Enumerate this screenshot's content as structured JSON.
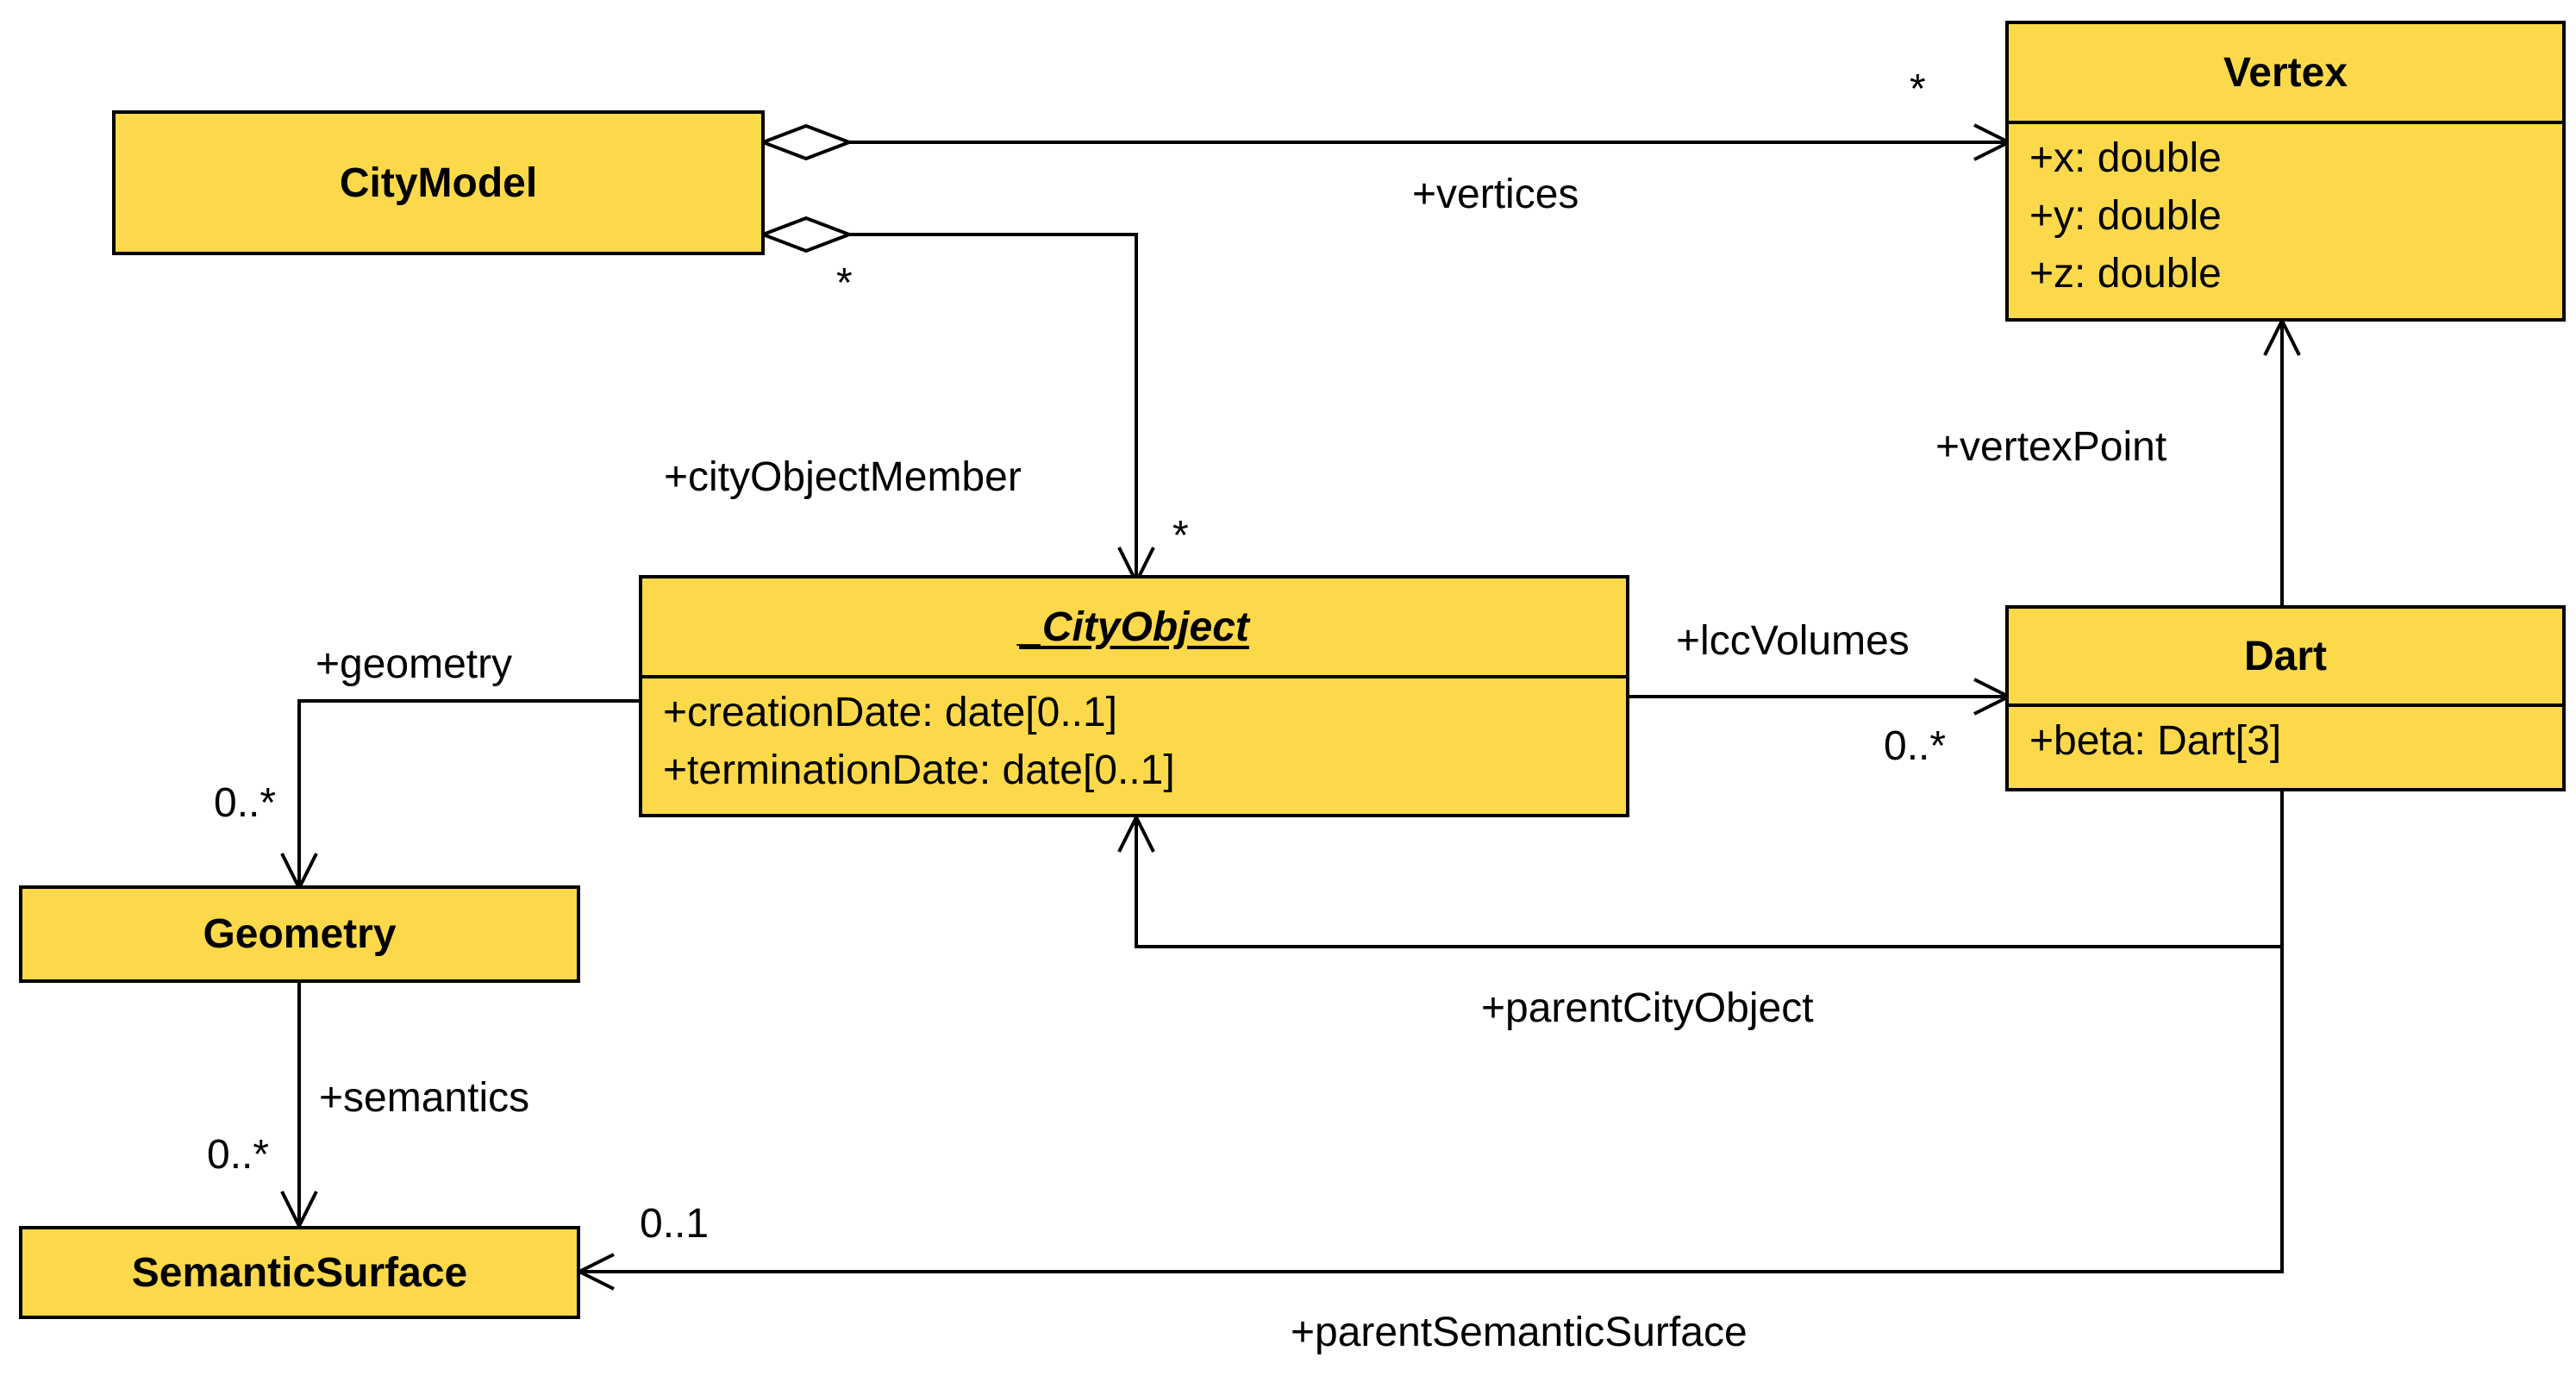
{
  "classes": {
    "city_model": {
      "name": "CityModel"
    },
    "vertex": {
      "name": "Vertex",
      "attributes": [
        "+x: double",
        "+y: double",
        "+z: double"
      ]
    },
    "city_object": {
      "name": "_CityObject",
      "attributes": [
        "+creationDate: date[0..1]",
        "+terminationDate: date[0..1]"
      ]
    },
    "dart": {
      "name": "Dart",
      "attributes": [
        "+beta: Dart[3]"
      ]
    },
    "geometry": {
      "name": "Geometry"
    },
    "semantic_surface": {
      "name": "SemanticSurface"
    }
  },
  "associations": {
    "vertices": {
      "role": "+vertices",
      "multiplicity": "*"
    },
    "city_object_member": {
      "role": "+cityObjectMember",
      "source_multiplicity": "*",
      "target_multiplicity": "*"
    },
    "vertex_point": {
      "role": "+vertexPoint"
    },
    "lcc_volumes": {
      "role": "+lccVolumes",
      "multiplicity": "0..*"
    },
    "geometry": {
      "role": "+geometry",
      "multiplicity": "0..*"
    },
    "semantics": {
      "role": "+semantics",
      "multiplicity": "0..*"
    },
    "parent_city_object": {
      "role": "+parentCityObject"
    },
    "parent_semantic_surface": {
      "role": "+parentSemanticSurface",
      "multiplicity": "0..1"
    }
  },
  "colors": {
    "class_fill": "#fcd94b",
    "stroke": "#000000"
  }
}
